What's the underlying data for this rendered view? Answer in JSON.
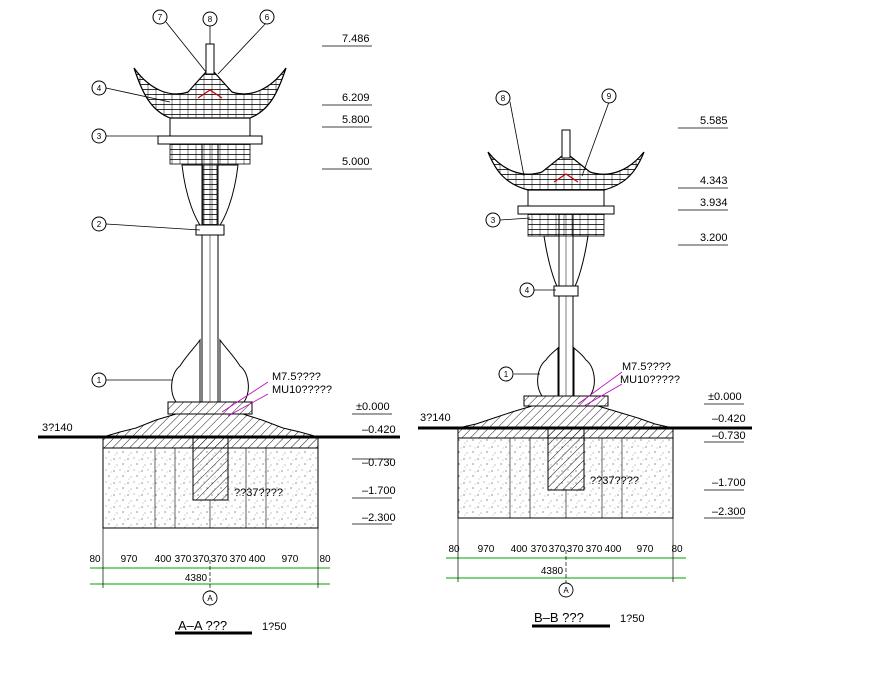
{
  "colors": {
    "line": "#000000",
    "accent": "#cc0000",
    "dim_line": "#00a000",
    "note": "#c000c0"
  },
  "left": {
    "title": "A–A  ???",
    "scale": "1?50",
    "levels": [
      "7.486",
      "6.209",
      "5.800",
      "5.000",
      "±0.000",
      "–0.420",
      "–0.730",
      "–1.700",
      "–2.300"
    ],
    "ground": "3?140",
    "notes": [
      "M7.5????",
      "MU10?????",
      "??37????"
    ],
    "markers": [
      "7",
      "8",
      "6",
      "4",
      "3",
      "2",
      "1"
    ],
    "dims": [
      "80",
      "970",
      "400",
      "370",
      "370",
      "370",
      "370",
      "400",
      "970",
      "80"
    ],
    "total": "4380",
    "axis": "A"
  },
  "right": {
    "title": "B–B  ???",
    "scale": "1?50",
    "levels": [
      "5.585",
      "4.343",
      "3.934",
      "3.200",
      "±0.000",
      "–0.420",
      "–0.730",
      "–1.700",
      "–2.300"
    ],
    "ground": "3?140",
    "notes": [
      "M7.5????",
      "MU10?????",
      "??37????"
    ],
    "markers": [
      "8",
      "9",
      "3",
      "4",
      "1"
    ],
    "dims": [
      "80",
      "970",
      "400",
      "370",
      "370",
      "370",
      "370",
      "400",
      "970",
      "80"
    ],
    "total": "4380",
    "axis": "A"
  }
}
